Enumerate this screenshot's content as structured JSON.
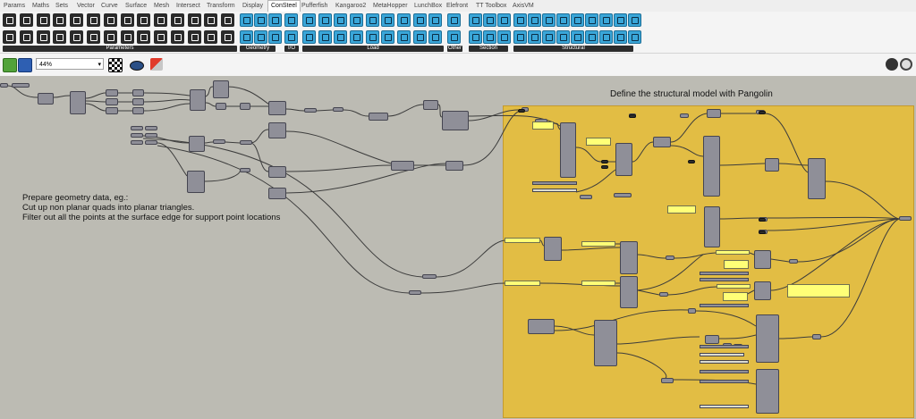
{
  "tabs": [
    "Params",
    "Maths",
    "Sets",
    "Vector",
    "Curve",
    "Surface",
    "Mesh",
    "Intersect",
    "Transform",
    "Display",
    "ConSteel",
    "Pufferfish",
    "Kangaroo2",
    "MetaHopper",
    "LunchBox",
    "Elefront",
    "TT Toolbox",
    "AxisVM"
  ],
  "active_tab": "ConSteel",
  "ribbon_groups": [
    {
      "label": "Parameters",
      "style": "dark",
      "cols": 14,
      "rows": 2
    },
    {
      "label": "Geometry",
      "style": "blue",
      "cols": 3,
      "rows": 2
    },
    {
      "label": "I/O",
      "style": "blue",
      "cols": 1,
      "rows": 2
    },
    {
      "label": "Load",
      "style": "blue",
      "cols": 9,
      "rows": 2
    },
    {
      "label": "Other",
      "style": "blue",
      "cols": 1,
      "rows": 2
    },
    {
      "label": "Section",
      "style": "blue",
      "cols": 3,
      "rows": 2
    },
    {
      "label": "Structural",
      "style": "blue",
      "cols": 9,
      "rows": 2
    }
  ],
  "toolbar": {
    "zoom_value": "44%",
    "zoom_icon": "chevron-down-icon",
    "buttons_left": [
      "new-document-icon",
      "save-icon"
    ],
    "buttons_right": [
      "preview-mode-icon",
      "eye-icon",
      "sketch-icon"
    ],
    "buttons_far_right": [
      "render-icon",
      "disable-icon"
    ]
  },
  "canvas": {
    "group_title": "Define the structural model with Pangolin",
    "group_color": "#e2bd44",
    "note_lines": [
      "Prepare geometry data, eg.:",
      "Cut up non planar quads into planar triangles.",
      "Filter out all the points at the surface edge for support point locations"
    ]
  }
}
